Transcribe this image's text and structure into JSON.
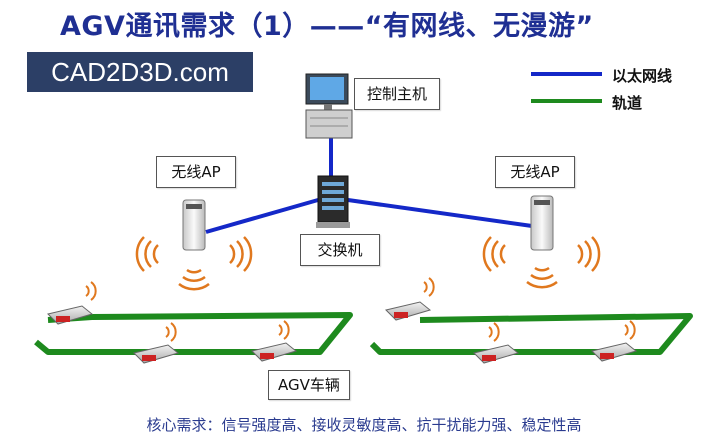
{
  "title": "AGV通讯需求（1）——“有网线、无漫游”",
  "brand": "CAD2D3D.com",
  "legend": {
    "ethernet_label": "以太网线",
    "ethernet_color": "#1428c8",
    "track_label": "轨道",
    "track_color": "#1e8a1e"
  },
  "nodes": {
    "host": "控制主机",
    "switch": "交换机",
    "ap_left": "无线AP",
    "ap_right": "无线AP",
    "agv": "AGV车辆"
  },
  "footer": "核心需求：信号强度高、接收灵敏度高、抗干扰能力强、稳定性高"
}
